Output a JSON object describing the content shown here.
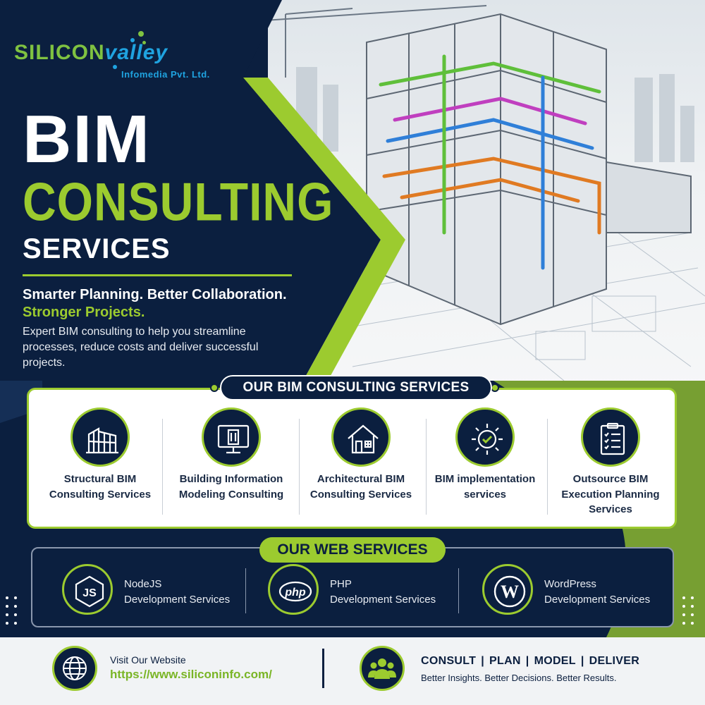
{
  "brand": {
    "silicon": "SILICON",
    "valley": "valley",
    "company": "Infomedia Pvt. Ltd."
  },
  "hero": {
    "title_line1": "BIM",
    "title_line2": "CONSULTING",
    "title_line3": "SERVICES",
    "tagline_white": "Smarter Planning. Better Collaboration.",
    "tagline_green": "Stronger Projects.",
    "description": "Expert BIM consulting to help you streamline processes, reduce costs and deliver successful projects."
  },
  "bim_services": {
    "heading": "OUR BIM CONSULTING SERVICES",
    "items": [
      {
        "label": "Structural BIM Consulting Services",
        "icon": "structure-icon"
      },
      {
        "label": "Building Information Modeling Consulting",
        "icon": "monitor-building-icon"
      },
      {
        "label": "Architectural BIM Consulting Services",
        "icon": "house-icon"
      },
      {
        "label": "BIM implementation services",
        "icon": "gear-check-icon"
      },
      {
        "label": "Outsource BIM Execution Planning Services",
        "icon": "clipboard-checklist-icon"
      }
    ]
  },
  "web_services": {
    "heading": "OUR WEB SERVICES",
    "items": [
      {
        "line1": "NodeJS",
        "line2": "Development Services",
        "icon": "nodejs-icon",
        "icon_text": "JS"
      },
      {
        "line1": "PHP",
        "line2": "Development Services",
        "icon": "php-icon",
        "icon_text": "php"
      },
      {
        "line1": "WordPress",
        "line2": "Development Services",
        "icon": "wordpress-icon",
        "icon_text": "W"
      }
    ]
  },
  "footer": {
    "visit_label": "Visit Our Website",
    "url": "https://www.siliconinfo.com/",
    "steps": [
      "CONSULT",
      "PLAN",
      "MODEL",
      "DELIVER"
    ],
    "step_separator": "|",
    "results": "Better Insights. Better Decisions. Better Results."
  },
  "colors": {
    "navy": "#0b1f3f",
    "lime": "#9ccb2f",
    "brand_green": "#7fc241",
    "brand_blue": "#1fa3e0",
    "white": "#ffffff"
  }
}
